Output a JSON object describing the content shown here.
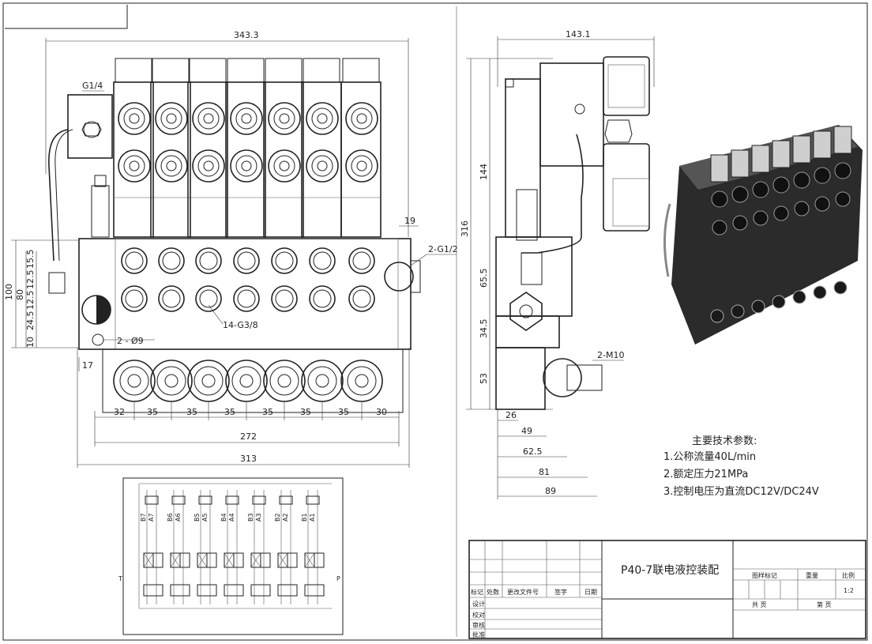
{
  "front_view": {
    "dim_overall_width": "343.3",
    "dim_g14": "G1/4",
    "dim_19": "19",
    "dim_2g12": "2-G1/2",
    "dim_100": "100",
    "dim_80": "80",
    "dim_15_5": "15.5",
    "dim_12_5a": "12.5",
    "dim_24_5": "24.5",
    "dim_12_5b": "12.5",
    "dim_10": "10",
    "dim_14g38": "14-G3/8",
    "dim_2phi9": "2 - Ø9",
    "dim_17": "17",
    "bottom_dims": [
      "32",
      "35",
      "35",
      "35",
      "35",
      "35",
      "35",
      "30"
    ],
    "dim_272": "272",
    "dim_313": "313"
  },
  "side_view": {
    "dim_143_1": "143.1",
    "dim_316": "316",
    "dim_144": "144",
    "dim_65_5": "65.5",
    "dim_34_5": "34.5",
    "dim_53": "53",
    "dim_2m10": "2-M10",
    "dim_26": "26",
    "dim_49": "49",
    "dim_62_5": "62.5",
    "dim_81": "81",
    "dim_89": "89"
  },
  "notes": {
    "heading": "主要技术参数:",
    "items": [
      "1.公称流量40L/min",
      "2.额定压力21MPa",
      "3.控制电压为直流DC12V/DC24V"
    ]
  },
  "schematic": {
    "section_labels": [
      "B7",
      "A7",
      "B6",
      "A6",
      "B5",
      "A5",
      "B4",
      "A4",
      "B3",
      "A3",
      "B2",
      "A2",
      "B1",
      "A1"
    ],
    "port_t": "T",
    "port_p": "P"
  },
  "title_block": {
    "drawing_title": "P40-7联电液控装配",
    "row_headers": [
      "标记",
      "处数",
      "更改文件号",
      "签字",
      "日期"
    ],
    "roles": [
      "设计",
      "校对",
      "审核",
      "批准"
    ],
    "col_headers": [
      "图样标记",
      "重量",
      "比例"
    ],
    "scale": "1:2",
    "sheets_total": "共  页",
    "sheet_no": "第  页"
  },
  "colors": {
    "line": "#222222",
    "background": "#ffffff"
  }
}
